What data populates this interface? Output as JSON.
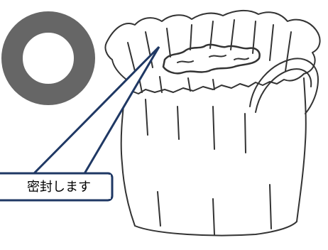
{
  "callout": {
    "text": "密封します"
  },
  "mark": {
    "symbol": "circle-ok",
    "color": "#666666"
  },
  "callout_border_color": "#1f3864",
  "illustration": {
    "subject": "bag-sealed-closed"
  }
}
